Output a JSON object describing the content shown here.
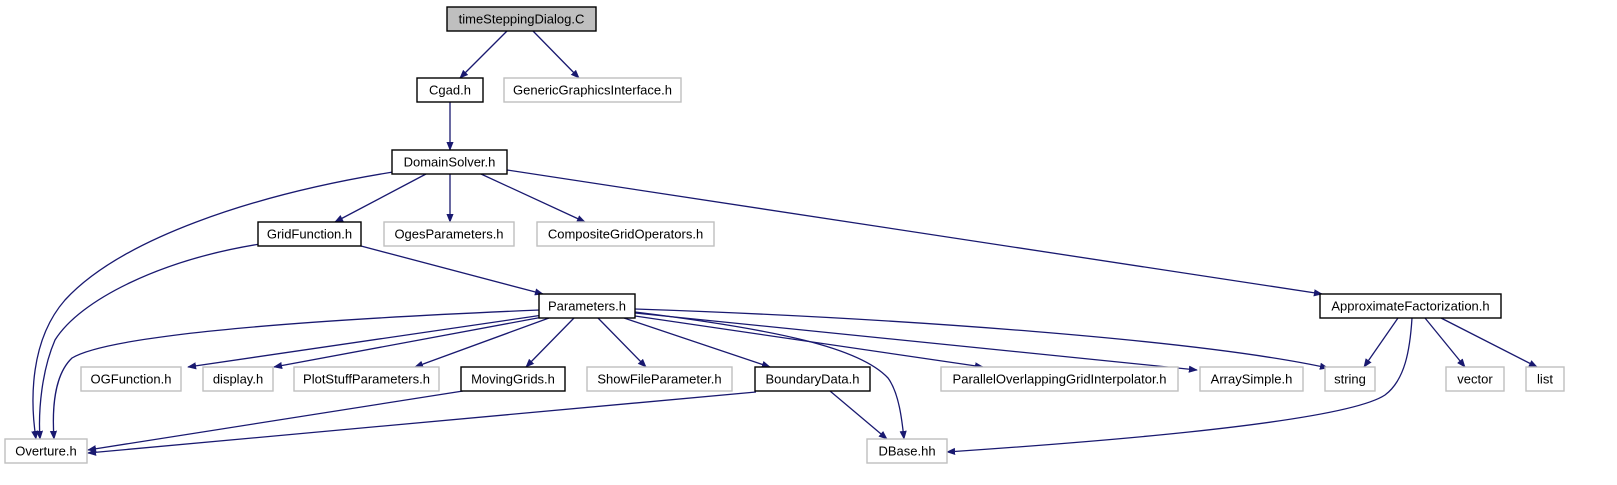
{
  "diagram": {
    "type": "include-dependency-graph",
    "colors": {
      "edge": "#191970",
      "root_fill": "#bfbfbf",
      "documented_border": "#000000",
      "external_border": "#bfbfbf",
      "background": "#ffffff"
    },
    "nodes": [
      {
        "id": "timeSteppingDialog",
        "label": "timeSteppingDialog.C",
        "kind": "root"
      },
      {
        "id": "Cgad",
        "label": "Cgad.h",
        "kind": "documented"
      },
      {
        "id": "GenericGraphicsInterface",
        "label": "GenericGraphicsInterface.h",
        "kind": "external"
      },
      {
        "id": "DomainSolver",
        "label": "DomainSolver.h",
        "kind": "documented"
      },
      {
        "id": "GridFunction",
        "label": "GridFunction.h",
        "kind": "documented"
      },
      {
        "id": "OgesParameters",
        "label": "OgesParameters.h",
        "kind": "external"
      },
      {
        "id": "CompositeGridOperators",
        "label": "CompositeGridOperators.h",
        "kind": "external"
      },
      {
        "id": "Parameters",
        "label": "Parameters.h",
        "kind": "documented"
      },
      {
        "id": "ApproximateFactorization",
        "label": "ApproximateFactorization.h",
        "kind": "documented"
      },
      {
        "id": "OGFunction",
        "label": "OGFunction.h",
        "kind": "external"
      },
      {
        "id": "display",
        "label": "display.h",
        "kind": "external"
      },
      {
        "id": "PlotStuffParameters",
        "label": "PlotStuffParameters.h",
        "kind": "external"
      },
      {
        "id": "MovingGrids",
        "label": "MovingGrids.h",
        "kind": "documented"
      },
      {
        "id": "ShowFileParameter",
        "label": "ShowFileParameter.h",
        "kind": "external"
      },
      {
        "id": "BoundaryData",
        "label": "BoundaryData.h",
        "kind": "documented"
      },
      {
        "id": "ParallelOverlappingGridInterpolator",
        "label": "ParallelOverlappingGridInterpolator.h",
        "kind": "external"
      },
      {
        "id": "ArraySimple",
        "label": "ArraySimple.h",
        "kind": "external"
      },
      {
        "id": "string",
        "label": "string",
        "kind": "external"
      },
      {
        "id": "vector",
        "label": "vector",
        "kind": "external"
      },
      {
        "id": "list",
        "label": "list",
        "kind": "external"
      },
      {
        "id": "Overture",
        "label": "Overture.h",
        "kind": "external"
      },
      {
        "id": "DBase",
        "label": "DBase.hh",
        "kind": "external"
      }
    ],
    "edges": [
      {
        "from": "timeSteppingDialog",
        "to": "Cgad"
      },
      {
        "from": "timeSteppingDialog",
        "to": "GenericGraphicsInterface"
      },
      {
        "from": "Cgad",
        "to": "DomainSolver"
      },
      {
        "from": "DomainSolver",
        "to": "Overture"
      },
      {
        "from": "DomainSolver",
        "to": "GridFunction"
      },
      {
        "from": "DomainSolver",
        "to": "OgesParameters"
      },
      {
        "from": "DomainSolver",
        "to": "CompositeGridOperators"
      },
      {
        "from": "DomainSolver",
        "to": "ApproximateFactorization"
      },
      {
        "from": "GridFunction",
        "to": "Overture"
      },
      {
        "from": "GridFunction",
        "to": "Parameters"
      },
      {
        "from": "Parameters",
        "to": "Overture"
      },
      {
        "from": "Parameters",
        "to": "OGFunction"
      },
      {
        "from": "Parameters",
        "to": "display"
      },
      {
        "from": "Parameters",
        "to": "PlotStuffParameters"
      },
      {
        "from": "Parameters",
        "to": "MovingGrids"
      },
      {
        "from": "Parameters",
        "to": "ShowFileParameter"
      },
      {
        "from": "Parameters",
        "to": "BoundaryData"
      },
      {
        "from": "Parameters",
        "to": "DBase"
      },
      {
        "from": "Parameters",
        "to": "ParallelOverlappingGridInterpolator"
      },
      {
        "from": "Parameters",
        "to": "ArraySimple"
      },
      {
        "from": "Parameters",
        "to": "string"
      },
      {
        "from": "MovingGrids",
        "to": "Overture"
      },
      {
        "from": "BoundaryData",
        "to": "Overture"
      },
      {
        "from": "BoundaryData",
        "to": "DBase"
      },
      {
        "from": "ApproximateFactorization",
        "to": "string"
      },
      {
        "from": "ApproximateFactorization",
        "to": "DBase"
      },
      {
        "from": "ApproximateFactorization",
        "to": "vector"
      },
      {
        "from": "ApproximateFactorization",
        "to": "list"
      }
    ]
  }
}
